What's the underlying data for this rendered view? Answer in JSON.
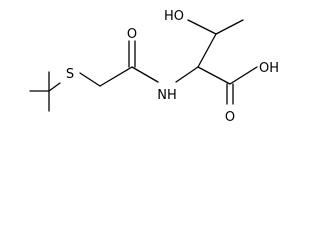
{
  "molecule": {
    "atom_labels": {
      "sulfur": "S",
      "hydroxyl": "HO",
      "carbonyl_oxygen": "O",
      "amide_nitrogen": "NH",
      "carboxyl_oxygen": "O",
      "carboxyl_hydroxyl": "OH"
    },
    "colors": {
      "bond": "#000000",
      "label": "#000000",
      "background": "#ffffff"
    }
  }
}
